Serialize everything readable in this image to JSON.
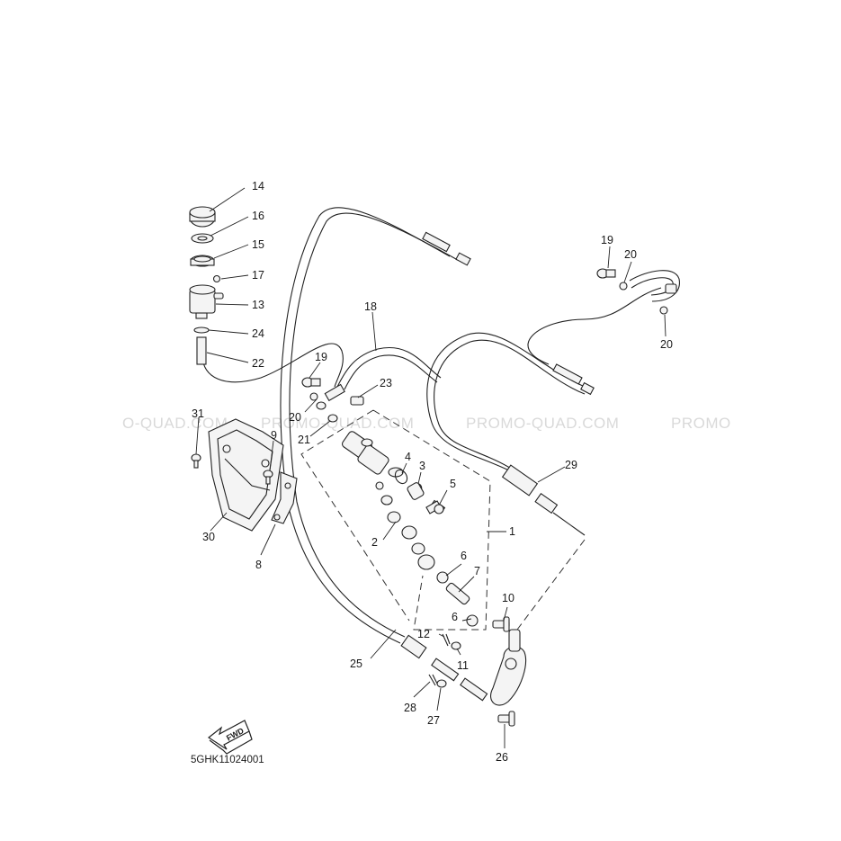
{
  "watermarks": [
    "O-QUAD.COM",
    "PROMO-QUAD.COM",
    "PROMO-QUAD.COM",
    "PROMO"
  ],
  "diagram_code": "5GHK11024001",
  "fwd_label": "FWD",
  "callouts": {
    "c14": "14",
    "c16": "16",
    "c15": "15",
    "c17": "17",
    "c13": "13",
    "c24": "24",
    "c22": "22",
    "c18": "18",
    "c19a": "19",
    "c19b": "19",
    "c20a": "20",
    "c20b": "20",
    "c20c": "20",
    "c23": "23",
    "c21": "21",
    "c31": "31",
    "c9": "9",
    "c30": "30",
    "c8": "8",
    "c4": "4",
    "c3": "3",
    "c5": "5",
    "c2": "2",
    "c1": "1",
    "c29": "29",
    "c6a": "6",
    "c6b": "6",
    "c7": "7",
    "c10": "10",
    "c12": "12",
    "c11": "11",
    "c25": "25",
    "c28": "28",
    "c27": "27",
    "c26": "26"
  }
}
